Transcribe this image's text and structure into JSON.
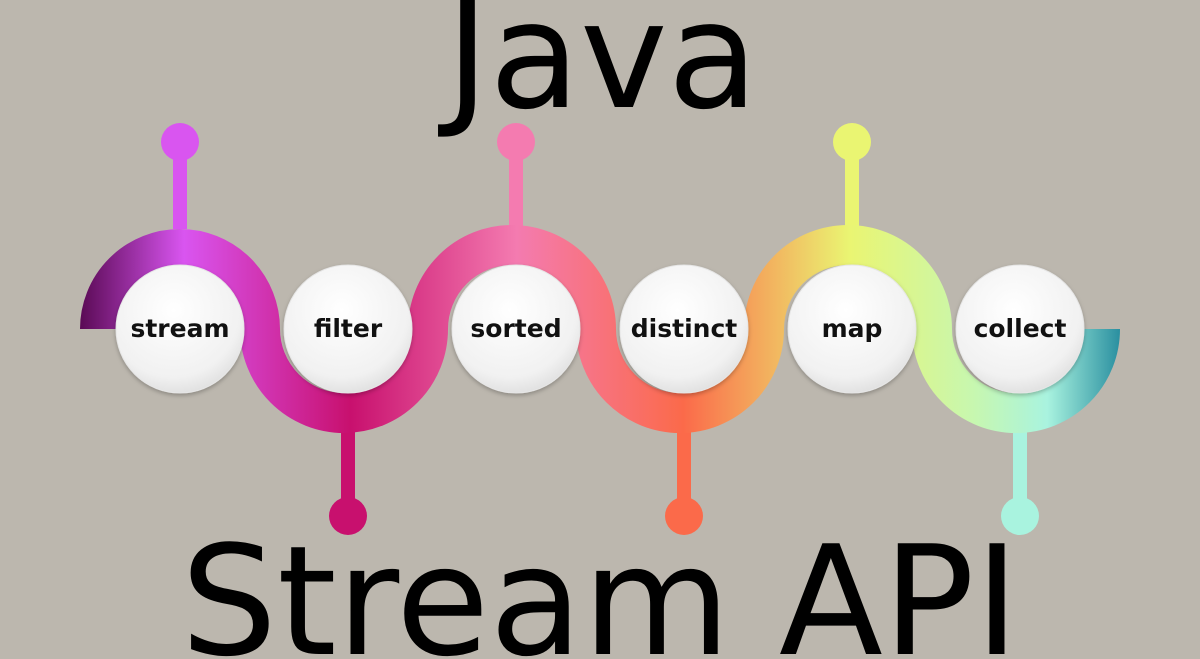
{
  "title": {
    "line1": "Java",
    "line2": "Stream API"
  },
  "steps": [
    {
      "label": "stream",
      "color": "#d955f0"
    },
    {
      "label": "filter",
      "color": "#c8106e"
    },
    {
      "label": "sorted",
      "color": "#f47bb0"
    },
    {
      "label": "distinct",
      "color": "#fb6a4a"
    },
    {
      "label": "map",
      "color": "#eaf572"
    },
    {
      "label": "collect",
      "color": "#a9f3df"
    }
  ],
  "colors": {
    "background": "#bcb7ae",
    "wave_start": "#5a0a55",
    "wave_end": "#2a8fa0"
  }
}
